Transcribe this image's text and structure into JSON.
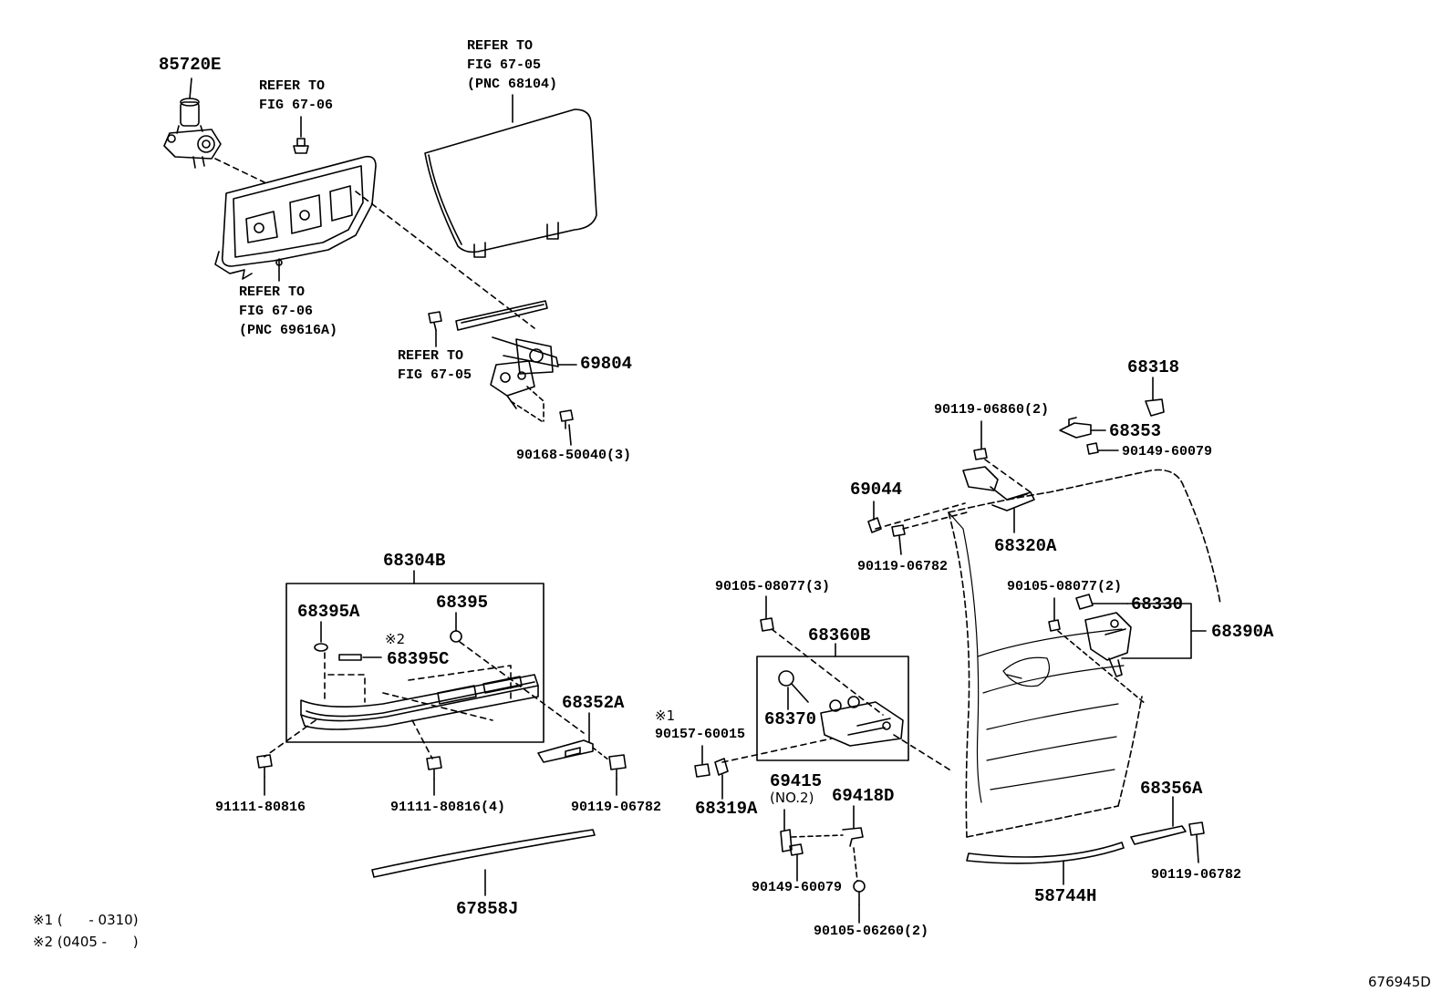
{
  "parts": {
    "p85720E": "85720E",
    "p69804": "69804",
    "p90168_50040": "90168-50040(3)",
    "p68318": "68318",
    "p90119_06860": "90119-06860(2)",
    "p68353": "68353",
    "p90149_60079_a": "90149-60079",
    "p69044": "69044",
    "p68320A": "68320A",
    "p90119_06782_a": "90119-06782",
    "p68304B": "68304B",
    "p68395A": "68395A",
    "p68395": "68395",
    "p68395C": "68395C",
    "p68352A": "68352A",
    "p91111_80816_a": "91111-80816",
    "p91111_80816_b": "91111-80816(4)",
    "p90119_06782_b": "90119-06782",
    "p67858J": "67858J",
    "p90105_08077_3": "90105-08077(3)",
    "p90105_08077_2": "90105-08077(2)",
    "p68330": "68330",
    "p68390A": "68390A",
    "p68360B": "68360B",
    "p68370": "68370",
    "p90157_60015": "90157-60015",
    "p68319A": "68319A",
    "p69415": "69415",
    "p69415_no2": "(NO.2)",
    "p69418D": "69418D",
    "p90149_60079_b": "90149-60079",
    "p90105_06260": "90105-06260(2)",
    "p58744H": "58744H",
    "p68356A": "68356A",
    "p90119_06782_c": "90119-06782"
  },
  "refs": {
    "ref_fig_67_06_top": "REFER TO\nFIG 67-06",
    "ref_fig_67_05_glass": "REFER TO\nFIG 67-05\n(PNC 68104)",
    "ref_fig_67_06_panel": "REFER TO\nFIG 67-06\n(PNC 69616A)",
    "ref_fig_67_05_reg": "REFER TO\nFIG 67-05"
  },
  "marks": {
    "mark1": "※1",
    "mark2": "※2"
  },
  "notes": {
    "note1": "※1 (      - 0310)",
    "note2": "※2 (0405 -      )"
  },
  "illustration_id": "676945D"
}
